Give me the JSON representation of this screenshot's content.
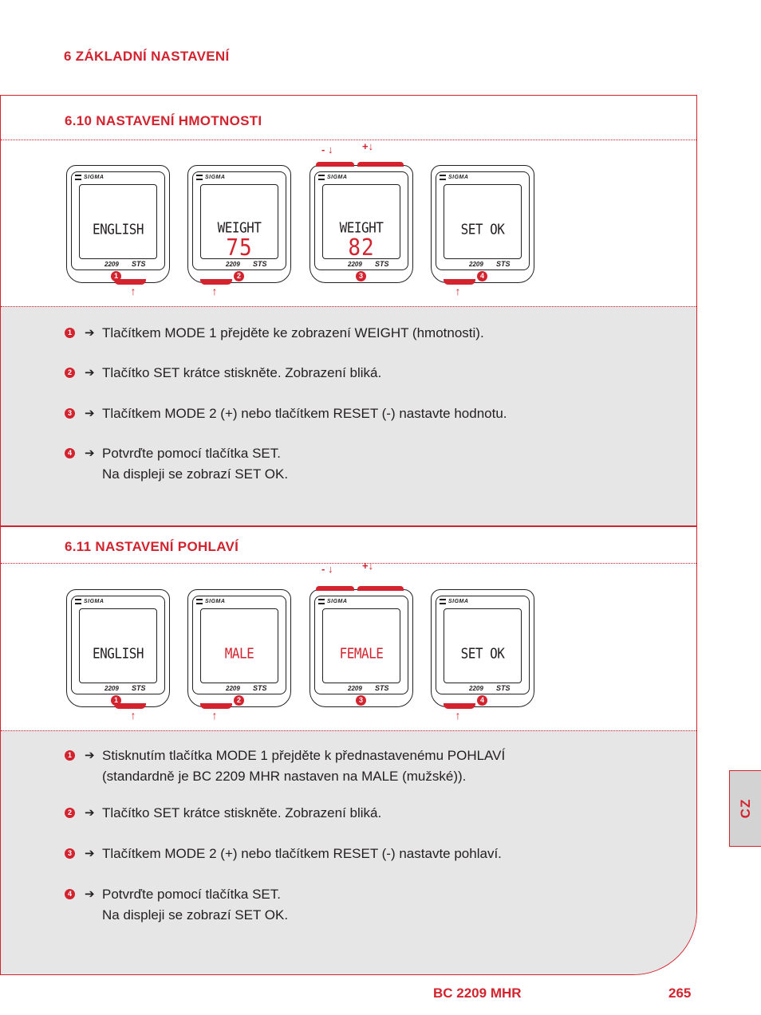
{
  "chapter_title": "6 ZÁKLADNÍ NASTAVENÍ",
  "sections": [
    {
      "title": "6.10 NASTAVENÍ HMOTNOSTI",
      "devices": [
        {
          "line1": "ENGLISH",
          "line2": "",
          "num": "1"
        },
        {
          "line1": "WEIGHT",
          "line2": "75",
          "num": "2"
        },
        {
          "line1": "WEIGHT",
          "line2": "82",
          "num": "3"
        },
        {
          "line1": "SET OK",
          "line2": "",
          "num": "4"
        }
      ],
      "steps": [
        {
          "num": "1",
          "lines": [
            "Tlačítkem MODE 1 přejděte ke zobrazení WEIGHT (hmotnosti)."
          ]
        },
        {
          "num": "2",
          "lines": [
            "Tlačítko SET krátce stiskněte. Zobrazení bliká."
          ]
        },
        {
          "num": "3",
          "lines": [
            "Tlačítkem MODE 2 (+) nebo tlačítkem RESET (-) nastavte hodnotu."
          ]
        },
        {
          "num": "4",
          "lines": [
            "Potvrďte pomocí tlačítka SET.",
            "Na displeji se zobrazí SET OK."
          ]
        }
      ]
    },
    {
      "title": "6.11 NASTAVENÍ POHLAVÍ",
      "devices": [
        {
          "line1": "ENGLISH",
          "line2": "",
          "num": "1"
        },
        {
          "line1": "MALE",
          "line2": "",
          "num": "2"
        },
        {
          "line1": "FEMALE",
          "line2": "",
          "num": "3"
        },
        {
          "line1": "SET OK",
          "line2": "",
          "num": "4"
        }
      ],
      "steps": [
        {
          "num": "1",
          "lines": [
            "Stisknutím tlačítka MODE 1 přejděte k přednastavenému POHLAVÍ",
            "(standardně je BC 2209 MHR nastaven na MALE (mužské))."
          ]
        },
        {
          "num": "2",
          "lines": [
            "Tlačítko SET krátce stiskněte. Zobrazení bliká."
          ]
        },
        {
          "num": "3",
          "lines": [
            "Tlačítkem MODE 2 (+) nebo tlačítkem RESET (-) nastavte pohlaví."
          ]
        },
        {
          "num": "4",
          "lines": [
            "Potvrďte pomocí tlačítka SET.",
            "Na displeji se zobrazí SET OK."
          ]
        }
      ]
    }
  ],
  "device_brand": "SIGMA",
  "device_model": "2209",
  "device_badge": "STS",
  "minus_label": "-",
  "plus_label": "+",
  "arrow_glyph": "➔",
  "footer_model": "BC 2209 MHR",
  "footer_page": "265",
  "language_tab": "CZ",
  "colors": {
    "accent": "#d2232e",
    "band": "#e6e6e7",
    "tab": "#d3d3d4"
  }
}
